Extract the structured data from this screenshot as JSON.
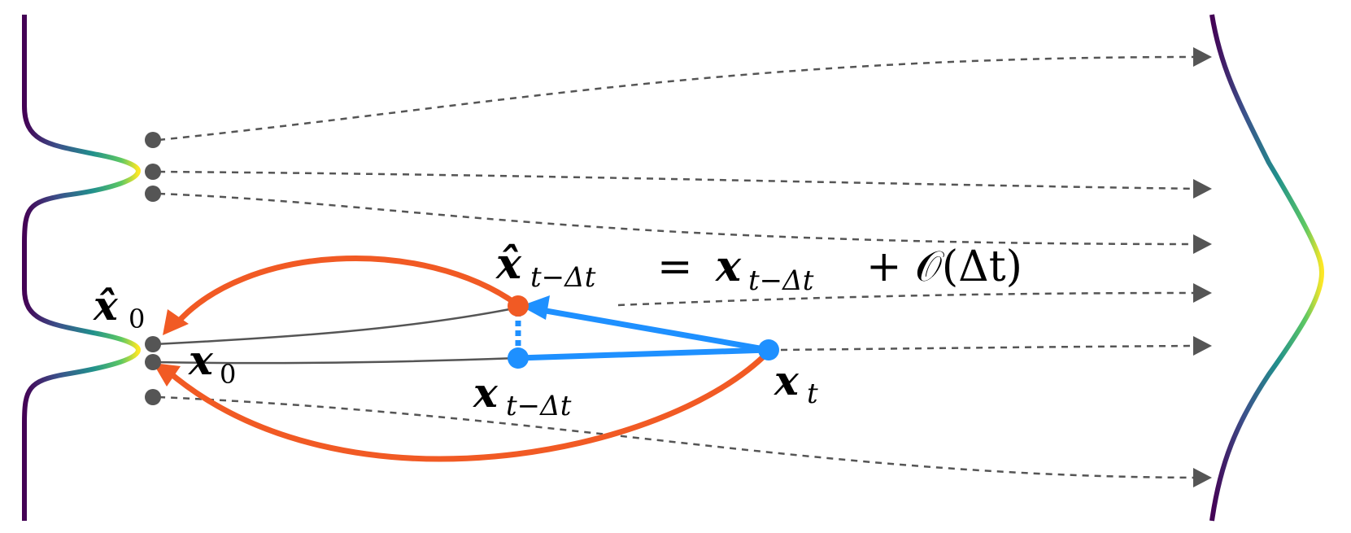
{
  "labels": {
    "x0_hat": {
      "base": "x̂",
      "sub": "0"
    },
    "x0": {
      "base": "x",
      "sub": "0"
    },
    "xt": {
      "base": "x",
      "sub": "t"
    },
    "xt_dt": {
      "base": "x",
      "sub": "t−Δt"
    },
    "equation": {
      "lhs_base": "x̂",
      "lhs_sub": "t−Δt",
      "eq": "=",
      "rhs_base": "x",
      "rhs_sub": "t−Δt",
      "tail": "+ 𝒪(Δt)"
    }
  },
  "colors": {
    "orange": "#f15a24",
    "blue": "#1e90ff",
    "gray_point": "#555555",
    "dashed": "#555555",
    "viridis": [
      "#440154",
      "#3b528b",
      "#21908c",
      "#5dc863",
      "#fde725"
    ]
  }
}
